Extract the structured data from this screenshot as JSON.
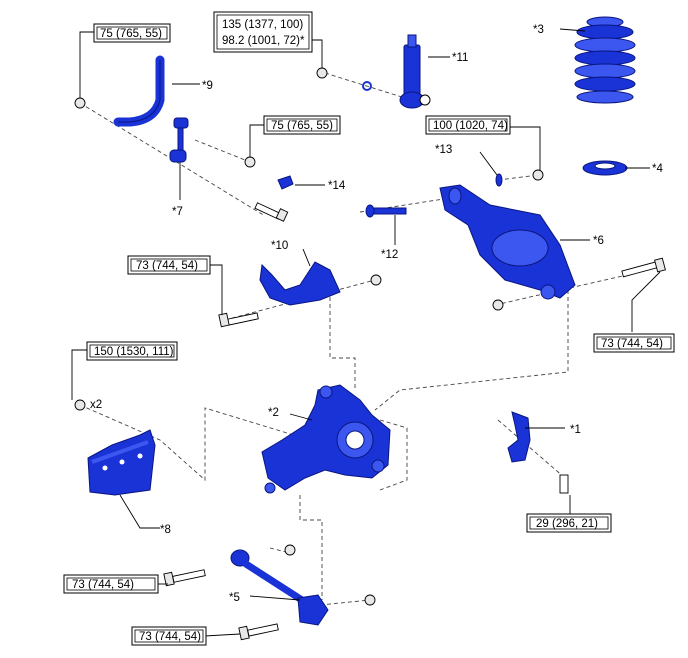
{
  "torque_labels": {
    "t1": "75 (765, 55)",
    "t2a": "135 (1377, 100)",
    "t2b": "98.2 (1001, 72)*",
    "t3": "75 (765, 55)",
    "t4": "100 (1020, 74)",
    "t5": "73 (744, 54)",
    "t6": "73 (744, 54)",
    "t7": "150 (1530, 111)",
    "t8": "29 (296, 21)",
    "t9": "73 (744, 54)",
    "t10": "73 (744, 54)"
  },
  "part_callouts": {
    "c1": "*1",
    "c2": "*2",
    "c3": "*3",
    "c4": "*4",
    "c5": "*5",
    "c6": "*6",
    "c7": "*7",
    "c8": "*8",
    "c9": "*9",
    "c10": "*10",
    "c11": "*11",
    "c12": "*12",
    "c13": "*13",
    "c14": "*14"
  },
  "quantity_note": "x2",
  "colors": {
    "part_blue": "#1a33d6",
    "part_outline": "#0a1680"
  }
}
